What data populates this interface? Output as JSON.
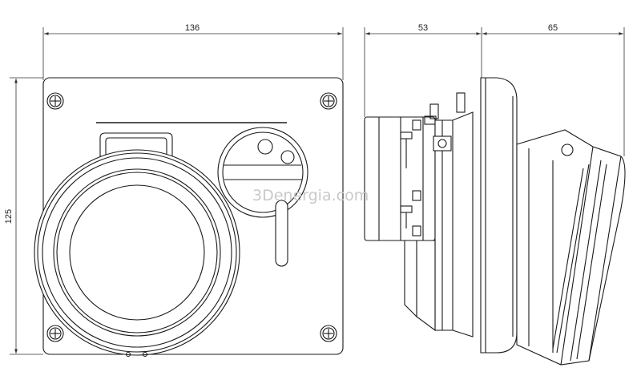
{
  "dimensions": {
    "width": "136",
    "depth_body": "53",
    "depth_cover": "65",
    "height": "125"
  },
  "watermark": "3Denergia.com",
  "colors": {
    "line": "#1a1a1a",
    "dim_line": "#333333",
    "watermark": "#c9c9c9",
    "background": "#ffffff"
  }
}
